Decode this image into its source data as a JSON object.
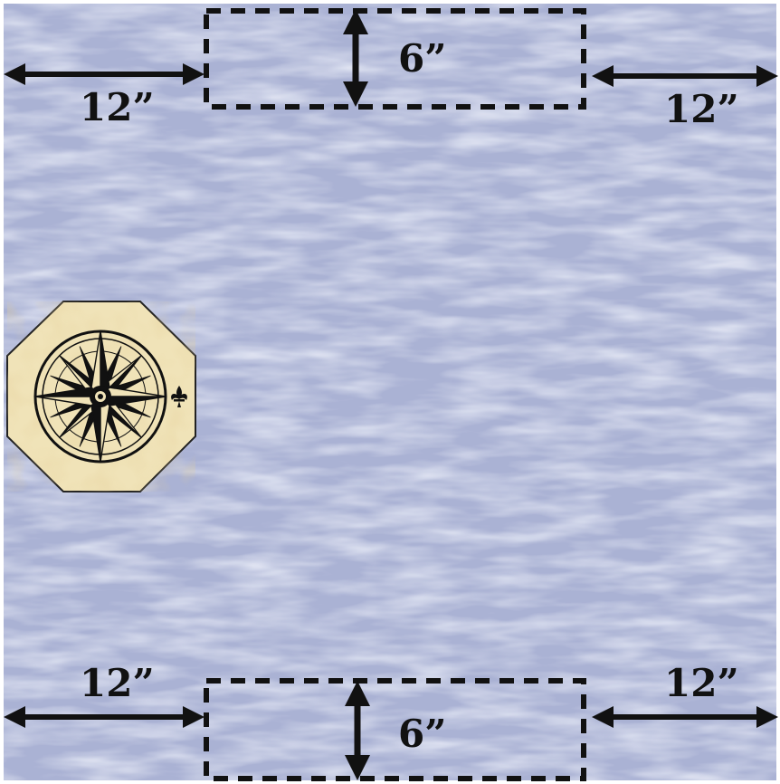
{
  "diagram": {
    "background_color": "#aab2d4",
    "marker_color": "#111111",
    "compass_tile_color": "#f0e3b8",
    "labels": {
      "top_left": "12”",
      "top_center": "6”",
      "top_right": "12”",
      "bottom_left": "12”",
      "bottom_center": "6”",
      "bottom_right": "12”"
    },
    "icons": {
      "compass": "compass-rose-icon",
      "fleur": "fleur-de-lis-icon"
    }
  }
}
